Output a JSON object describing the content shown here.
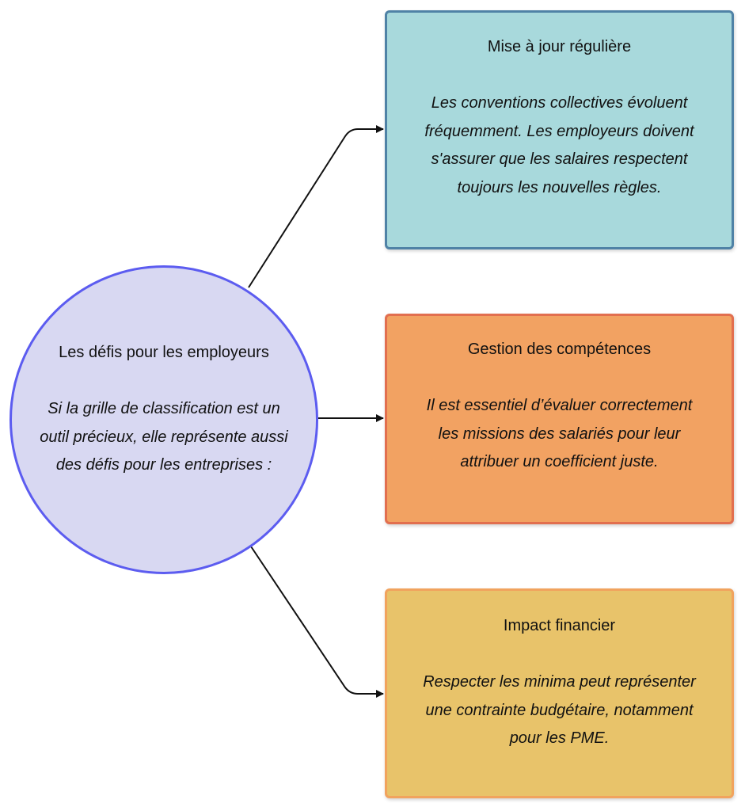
{
  "colors": {
    "connector": "#111111",
    "center_fill": "#d8d8f2",
    "center_stroke": "#5c5cf0",
    "update_fill": "#a8d9dc",
    "update_stroke": "#4f82a6",
    "skills_fill": "#f2a262",
    "skills_stroke": "#e26f4f",
    "finance_fill": "#e8c36a",
    "finance_stroke": "#f1a35e"
  },
  "center": {
    "title": "Les défis pour les employeurs",
    "body": "Si la grille de classification est un outil précieux, elle représente aussi des défis pour les entreprises :"
  },
  "nodes": [
    {
      "id": "update",
      "title": "Mise à jour régulière",
      "body": "Les conventions collectives évoluent fréquemment. Les employeurs doivent s'assurer que les salaires respectent toujours les nouvelles règles."
    },
    {
      "id": "skills",
      "title": "Gestion des compétences",
      "body": "Il est essentiel d’évaluer correctement les missions des salariés pour leur attribuer un coefficient juste."
    },
    {
      "id": "finance",
      "title": "Impact financier",
      "body": "Respecter les minima peut représenter une contrainte budgétaire, notamment pour les PME."
    }
  ],
  "edges": [
    {
      "from": "center",
      "to": "update"
    },
    {
      "from": "center",
      "to": "skills"
    },
    {
      "from": "center",
      "to": "finance"
    }
  ]
}
